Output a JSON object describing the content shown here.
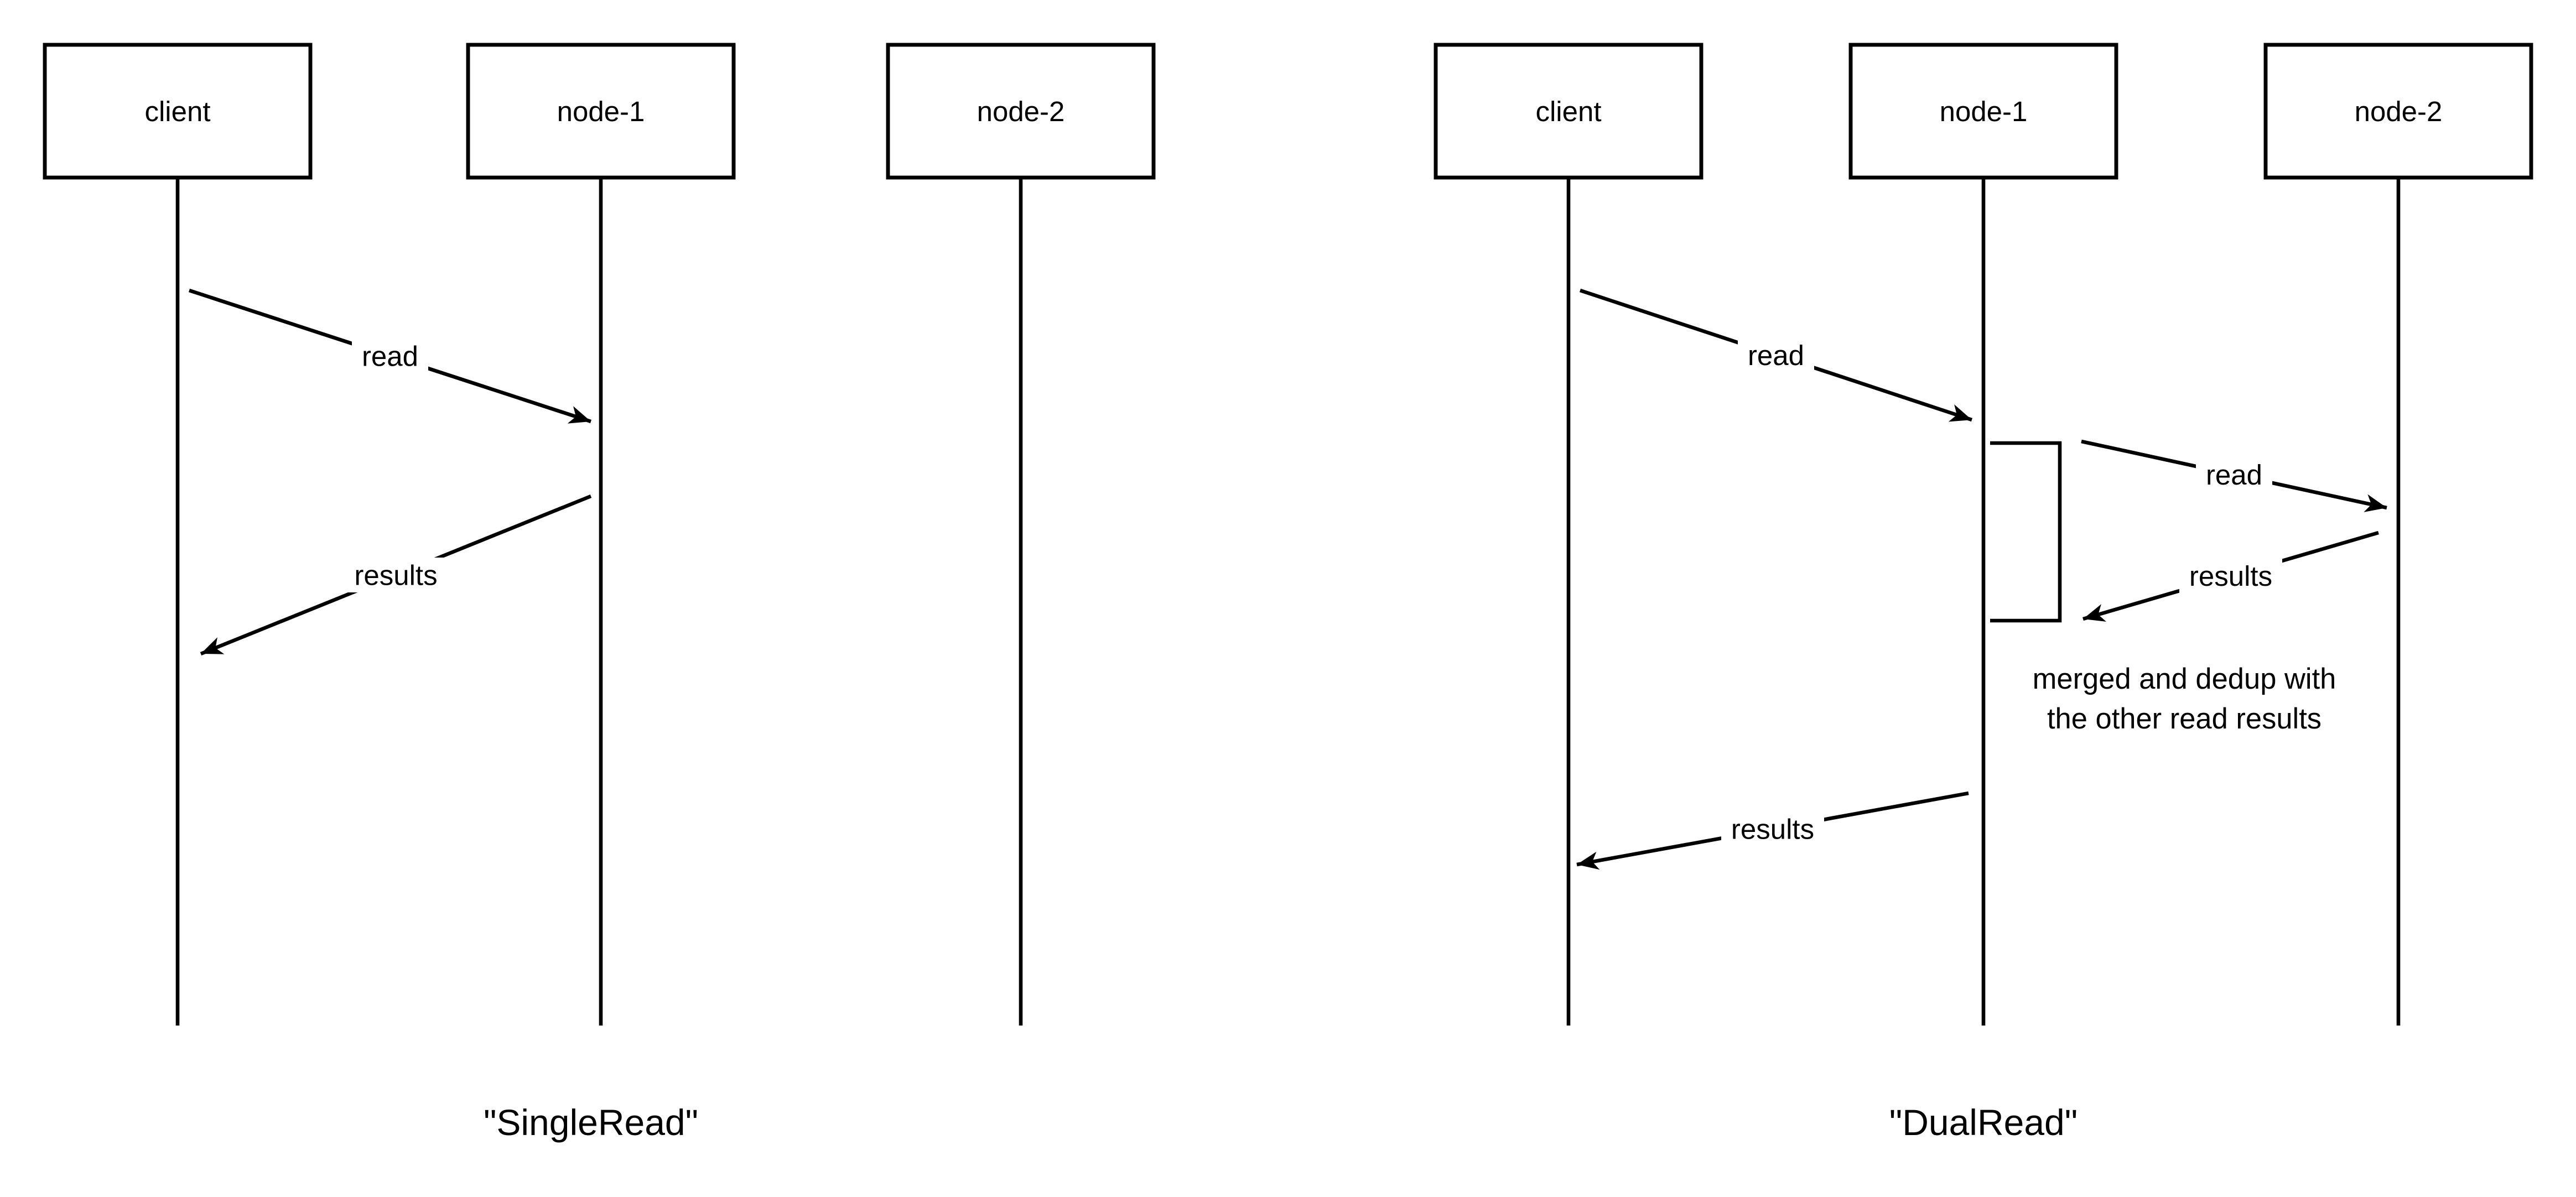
{
  "page": {
    "background_color": "#ffffff",
    "stroke_color": "#000000"
  },
  "diagrams": [
    {
      "name": "SingleRead",
      "caption": "\"SingleRead\"",
      "actors": [
        {
          "label": "client"
        },
        {
          "label": "node-1"
        },
        {
          "label": "node-2"
        }
      ],
      "messages": [
        {
          "label": "read",
          "from": "client",
          "to": "node-1"
        },
        {
          "label": "results",
          "from": "node-1",
          "to": "client"
        }
      ]
    },
    {
      "name": "DualRead",
      "caption": "\"DualRead\"",
      "actors": [
        {
          "label": "client"
        },
        {
          "label": "node-1"
        },
        {
          "label": "node-2"
        }
      ],
      "messages": [
        {
          "label": "read",
          "from": "client",
          "to": "node-1"
        },
        {
          "label": "read",
          "from": "node-1",
          "to": "node-2"
        },
        {
          "label": "results",
          "from": "node-2",
          "to": "node-1"
        },
        {
          "label": "results",
          "from": "node-1",
          "to": "client"
        }
      ],
      "note": {
        "line1": "merged and dedup with",
        "line2": "the other read results"
      }
    }
  ]
}
